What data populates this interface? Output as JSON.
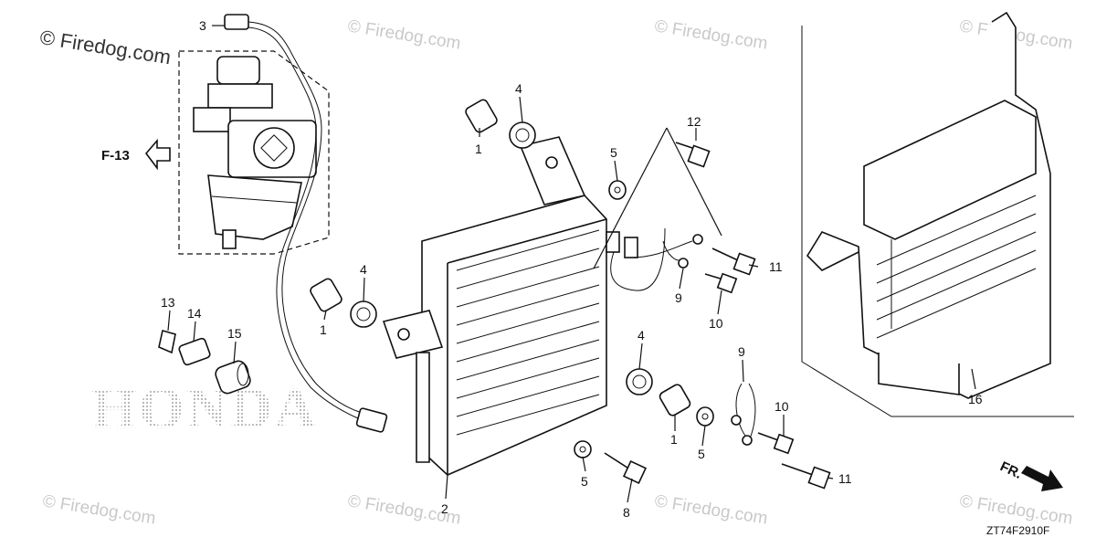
{
  "watermark": {
    "main": "© Firedog.com",
    "faint": "© Firedog.com"
  },
  "brand_watermark": "HONDA",
  "reference": {
    "label": "F-13",
    "front_label": "FR."
  },
  "diagram_code": "ZT74F2910F",
  "callouts": [
    {
      "id": "c3",
      "label": "3"
    },
    {
      "id": "c4a",
      "label": "4"
    },
    {
      "id": "c1a",
      "label": "1"
    },
    {
      "id": "c12",
      "label": "12"
    },
    {
      "id": "c5a",
      "label": "5"
    },
    {
      "id": "c11a",
      "label": "11"
    },
    {
      "id": "c9a",
      "label": "9"
    },
    {
      "id": "c10a",
      "label": "10"
    },
    {
      "id": "c4b",
      "label": "4"
    },
    {
      "id": "c1b",
      "label": "1"
    },
    {
      "id": "c13",
      "label": "13"
    },
    {
      "id": "c14",
      "label": "14"
    },
    {
      "id": "c15",
      "label": "15"
    },
    {
      "id": "c4c",
      "label": "4"
    },
    {
      "id": "c9b",
      "label": "9"
    },
    {
      "id": "c10b",
      "label": "10"
    },
    {
      "id": "c1c",
      "label": "1"
    },
    {
      "id": "c5b",
      "label": "5"
    },
    {
      "id": "c5c",
      "label": "5"
    },
    {
      "id": "c11b",
      "label": "11"
    },
    {
      "id": "c2",
      "label": "2"
    },
    {
      "id": "c8",
      "label": "8"
    },
    {
      "id": "c16",
      "label": "16"
    }
  ]
}
